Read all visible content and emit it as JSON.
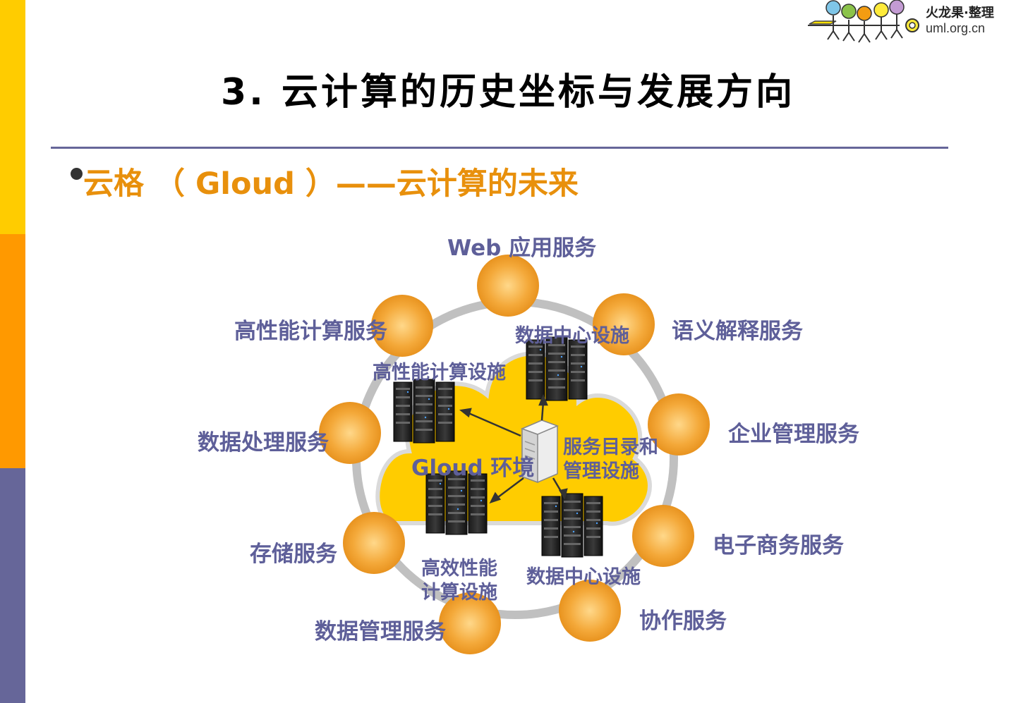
{
  "logo": {
    "name": "火龙果·整理",
    "site": "uml.org.cn"
  },
  "title": "3. 云计算的历史坐标与发展方向",
  "subtitle": "云格 （ Gloud ）——云计算的未来",
  "diagram": {
    "center_label": "Gloud 环境",
    "services": {
      "web": "Web 应用服务",
      "semantic": "语义解释服务",
      "enterprise": "企业管理服务",
      "ecommerce": "电子商务服务",
      "collab": "协作服务",
      "datamgmt": "数据管理服务",
      "storage": "存储服务",
      "dataproc": "数据处理服务",
      "hpc": "高性能计算服务"
    },
    "facilities": {
      "dc_top": "数据中心设施",
      "hpc_fac": "高性能计算设施",
      "catalog_l1": "服务目录和",
      "catalog_l2": "管理设施",
      "eff_l1": "高效性能",
      "eff_l2": "计算设施",
      "dc_bottom": "数据中心设施"
    },
    "colors": {
      "cloud": "#FFCC00",
      "ring": "#C0C0C0",
      "node": "#F4A93A",
      "label": "#5E5F99"
    }
  }
}
